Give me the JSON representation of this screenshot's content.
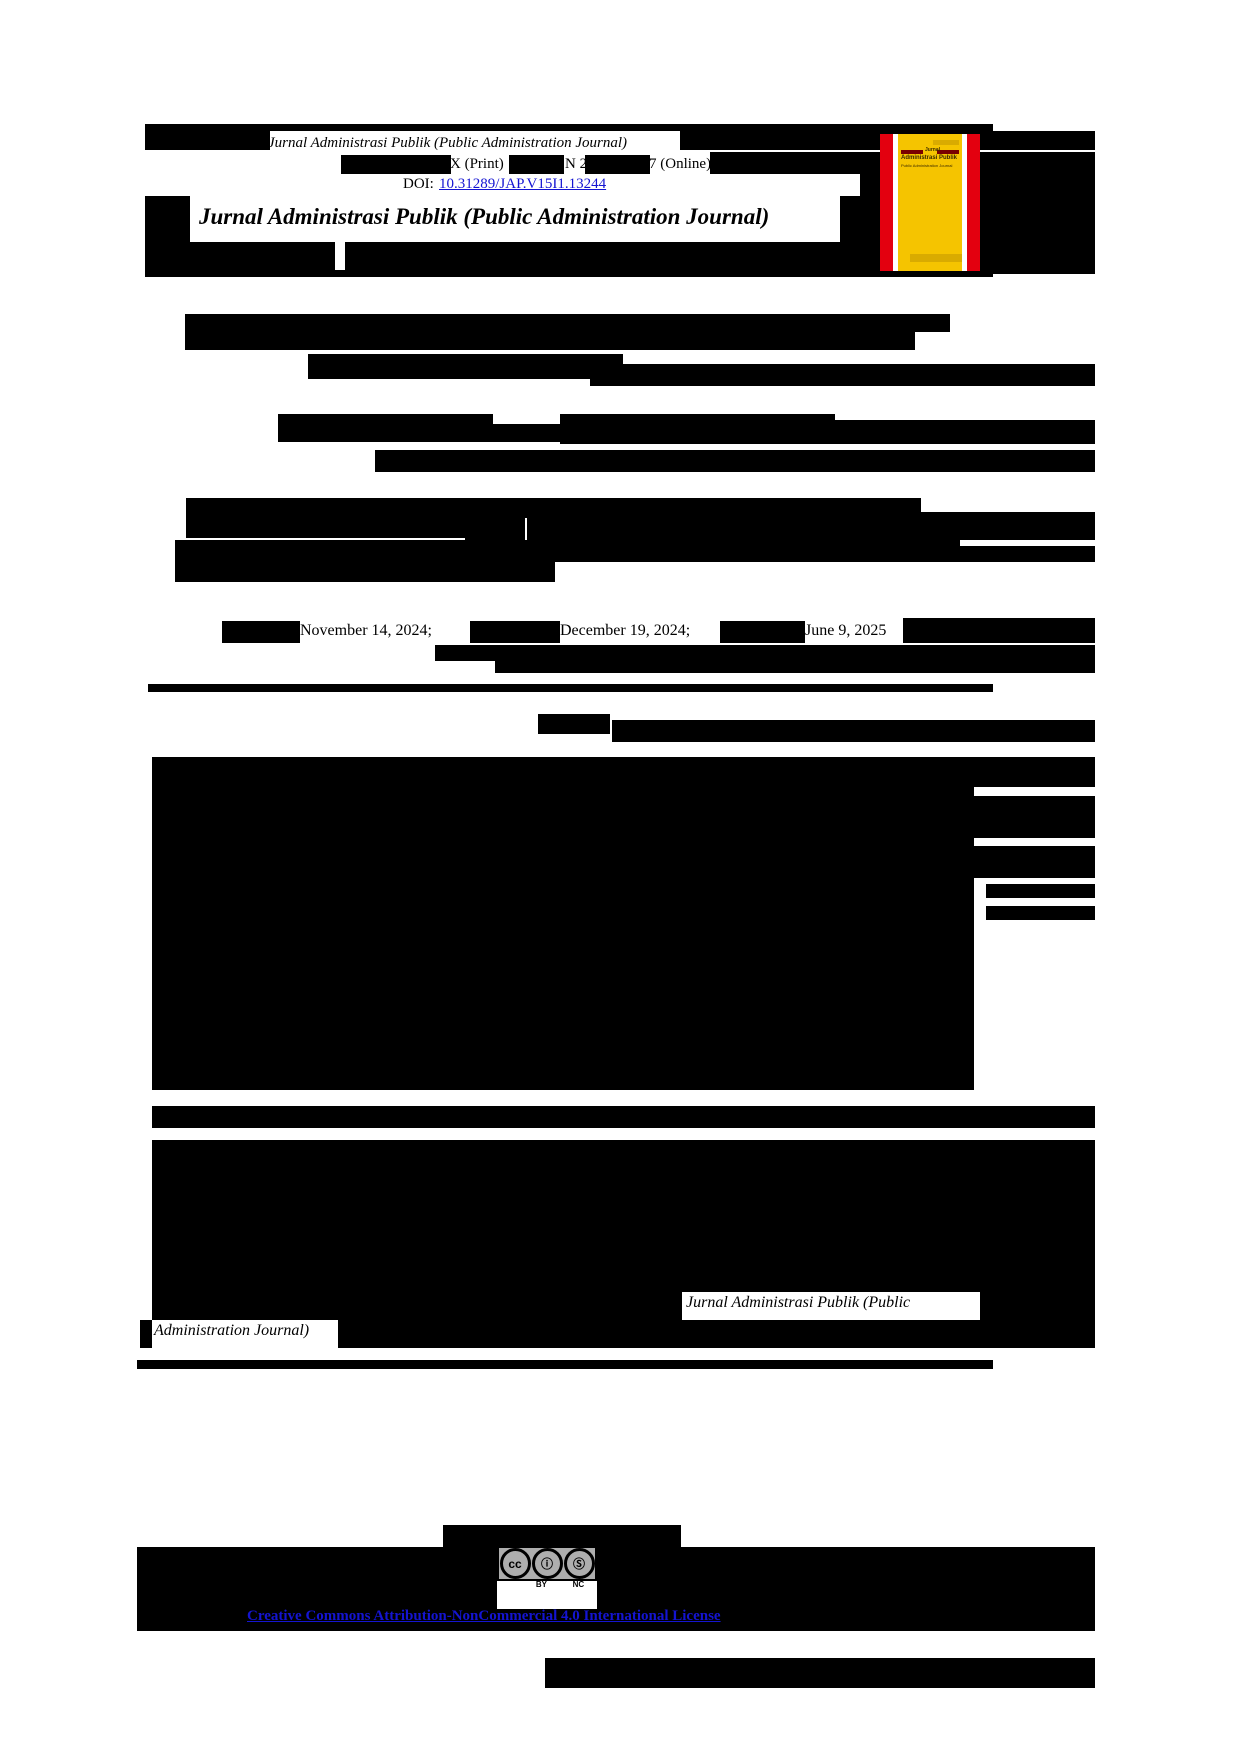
{
  "document": {
    "type": "academic-journal-article-first-page",
    "redaction_note": "Most body text is blacked out with solid redaction bars."
  },
  "header": {
    "journal_running_title": "Jurnal Administrasi Publik (Public Administration Journal)",
    "issn_print_suffix": "X (Print)",
    "issn_online_prefix": "N 2",
    "issn_online_suffix": "7 (Online)",
    "doi_label": "DOI:",
    "doi_value": "10.31289/JAP.V15I1.13244",
    "journal_title": "Jurnal Administrasi Publik (Public Administration Journal)"
  },
  "cover": {
    "alt": "journal-cover-thumbnail",
    "title_line1": "Jurnal",
    "title_line2": "Administrasi Publik",
    "title_line3": "Public Administration Journal",
    "colors": {
      "frame": "#e3000f",
      "body": "#f5c400"
    }
  },
  "dates": {
    "received_value": "November 14, 2024;",
    "revised_value": "December 19, 2024;",
    "accepted_value": "June 9, 2025"
  },
  "citation": {
    "journal_italic_line1": "Jurnal   Administrasi   Publik   (Public",
    "journal_italic_line2": "Administration Journal)"
  },
  "license": {
    "badge_cc": "cc",
    "badge_by_glyph": "ⓘ",
    "badge_nc_glyph": "Ⓢ",
    "badge_by_label": "BY",
    "badge_nc_label": "NC",
    "link_text": "Creative Commons Attribution-NonCommercial 4.0 International License",
    "link_color": "#1414d2"
  },
  "colors": {
    "redaction": "#000000",
    "link": "#1414d2",
    "page": "#ffffff"
  }
}
